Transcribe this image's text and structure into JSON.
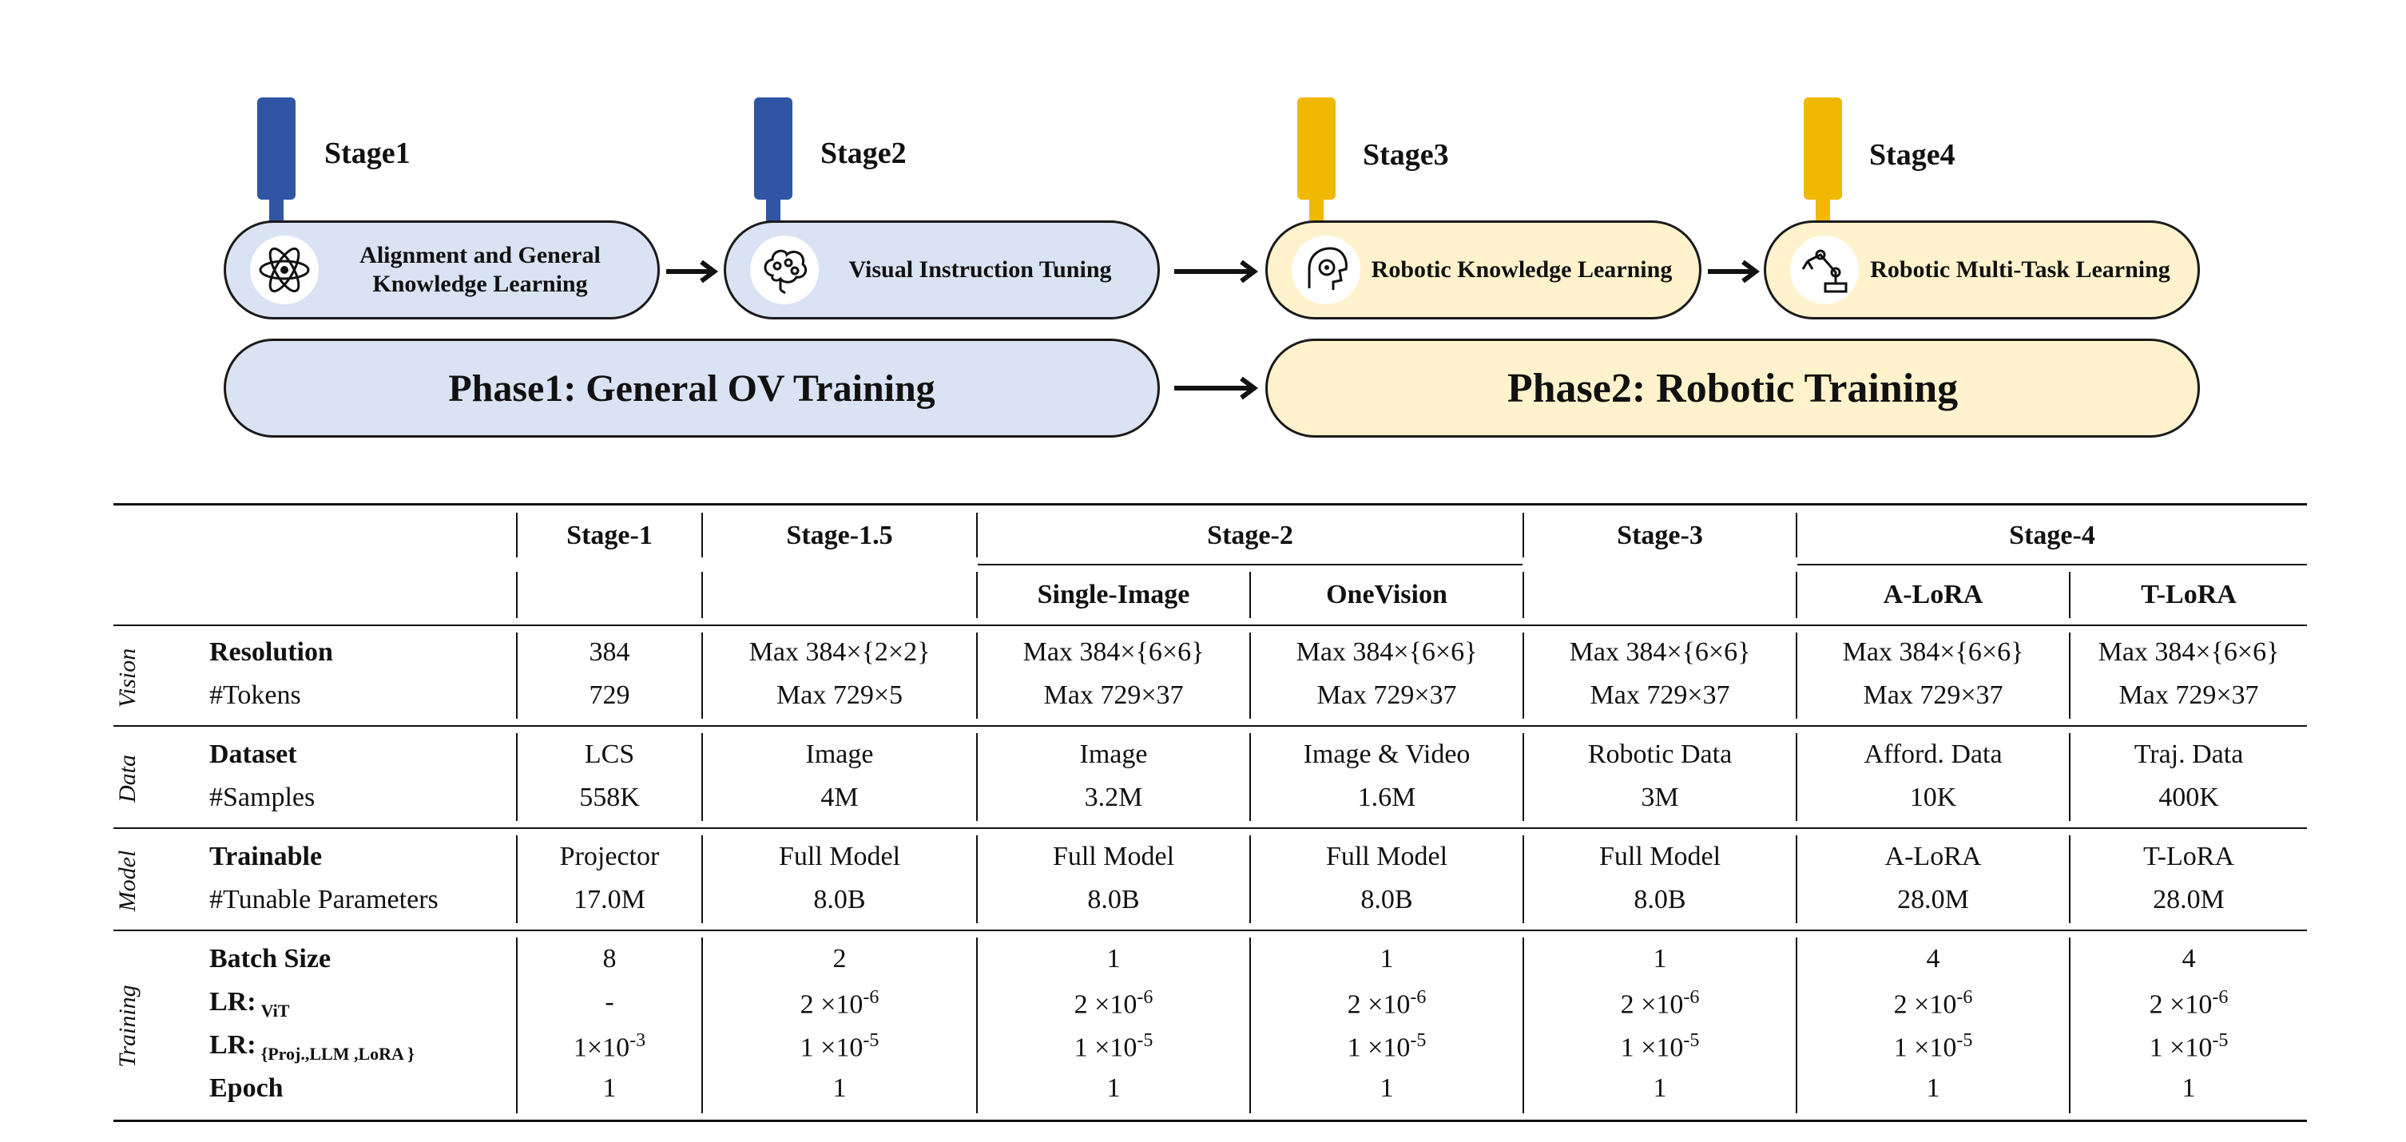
{
  "diagram": {
    "stages": [
      {
        "title": "Stage1",
        "label_lines": [
          "Alignment and General",
          "Knowledge Learning"
        ],
        "icon": "atom-icon",
        "color": "#2f55a4"
      },
      {
        "title": "Stage2",
        "label_lines": [
          "Visual Instruction Tuning"
        ],
        "icon": "brain-icon",
        "color": "#2f55a4"
      },
      {
        "title": "Stage3",
        "label_lines": [
          "Robotic Knowledge Learning"
        ],
        "icon": "robot-head-icon",
        "color": "#f0b800"
      },
      {
        "title": "Stage4",
        "label_lines": [
          "Robotic Multi-Task Learning"
        ],
        "icon": "robot-arm-icon",
        "color": "#f0b800"
      }
    ],
    "phases": [
      {
        "label": "Phase1: General OV Training",
        "color": "#dae3f3"
      },
      {
        "label": "Phase2: Robotic Training",
        "color": "#fff2cc"
      }
    ]
  },
  "table": {
    "header": {
      "stage1": "Stage-1",
      "stage15": "Stage-1.5",
      "stage2": "Stage-2",
      "stage3": "Stage-3",
      "stage4": "Stage-4",
      "single_image": "Single-Image",
      "onevision": "OneVision",
      "alora": "A-LoRA",
      "tlora": "T-LoRA"
    },
    "groups": {
      "vision": "Vision",
      "data": "Data",
      "model": "Model",
      "training": "Training"
    },
    "rows": {
      "resolution": {
        "label": "Resolution",
        "values": [
          "384",
          "Max 384×{2×2}",
          "Max 384×{6×6}",
          "Max 384×{6×6}",
          "Max 384×{6×6}",
          "Max 384×{6×6}",
          "Max 384×{6×6}"
        ]
      },
      "tokens": {
        "label": "#Tokens",
        "values": [
          "729",
          "Max 729×5",
          "Max 729×37",
          "Max 729×37",
          "Max 729×37",
          "Max 729×37",
          "Max 729×37"
        ]
      },
      "dataset": {
        "label": "Dataset",
        "values": [
          "LCS",
          "Image",
          "Image",
          "Image & Video",
          "Robotic Data",
          "Afford. Data",
          "Traj. Data"
        ]
      },
      "samples": {
        "label": "#Samples",
        "values": [
          "558K",
          "4M",
          "3.2M",
          "1.6M",
          "3M",
          "10K",
          "400K"
        ]
      },
      "trainable": {
        "label": "Trainable",
        "values": [
          "Projector",
          "Full Model",
          "Full Model",
          "Full Model",
          "Full Model",
          "A-LoRA",
          "T-LoRA"
        ]
      },
      "params": {
        "label": "#Tunable Parameters",
        "values": [
          "17.0M",
          "8.0B",
          "8.0B",
          "8.0B",
          "8.0B",
          "28.0M",
          "28.0M"
        ]
      },
      "batch": {
        "label": "Batch Size",
        "values": [
          "8",
          "2",
          "1",
          "1",
          "1",
          "4",
          "4"
        ]
      },
      "lr_vit": {
        "label": "LR:",
        "sub": "ViT",
        "values": [
          "-",
          "2 ×10^-6",
          "2 ×10^-6",
          "2 ×10^-6",
          "2 ×10^-6",
          "2 ×10^-6",
          "2 ×10^-6"
        ]
      },
      "lr_proj": {
        "label": "LR:",
        "sub": "{Proj.,LLM ,LoRA }",
        "values": [
          "1×10^-3",
          "1 ×10^-5",
          "1 ×10^-5",
          "1 ×10^-5",
          "1 ×10^-5",
          "1 ×10^-5",
          "1 ×10^-5"
        ]
      },
      "epoch": {
        "label": "Epoch",
        "values": [
          "1",
          "1",
          "1",
          "1",
          "1",
          "1",
          "1"
        ]
      }
    }
  }
}
